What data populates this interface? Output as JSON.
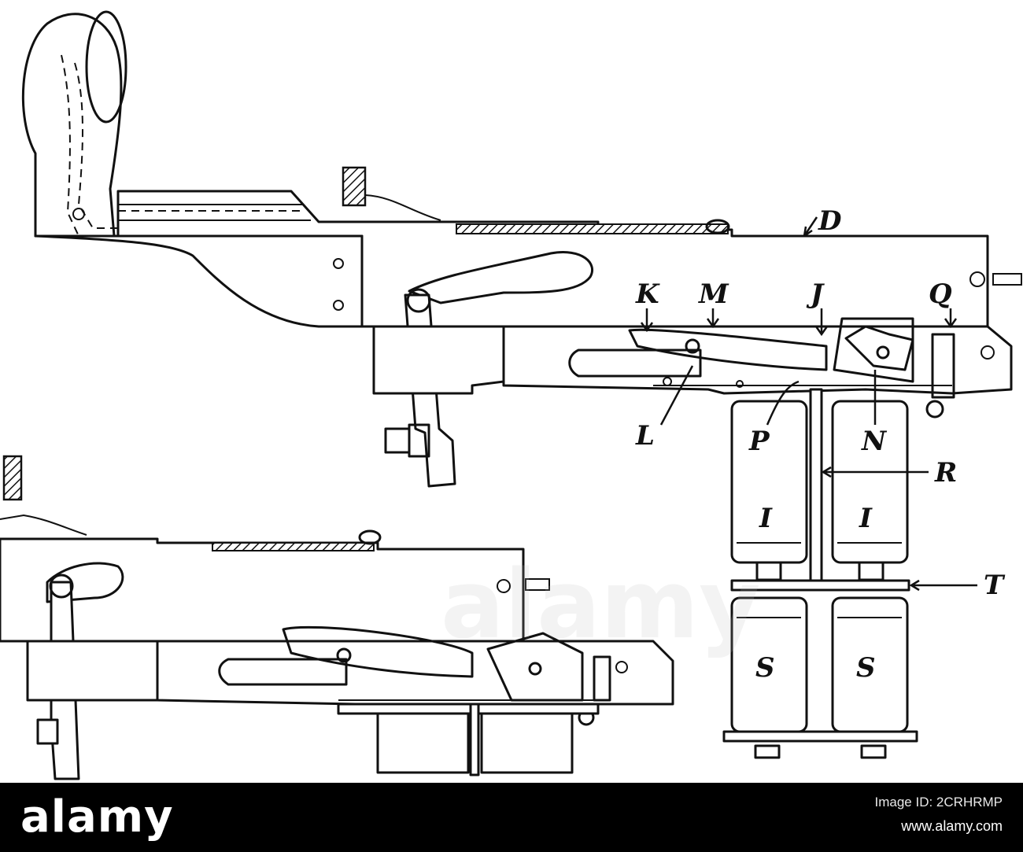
{
  "figure": {
    "labels": {
      "D": "D",
      "K": "K",
      "M": "M",
      "J": "J",
      "Q": "Q",
      "L": "L",
      "P": "P",
      "N": "N",
      "R": "R",
      "I_left": "I",
      "I_right": "I",
      "T": "T",
      "S_left": "S",
      "S_right": "S"
    }
  },
  "watermark": {
    "text": "alamy"
  },
  "footer": {
    "logo_text": "alamy",
    "image_id_line": "Image ID: 2CRHRMP",
    "url": "www.alamy.com"
  },
  "colors": {
    "ink": "#111111",
    "footer_bg": "#000000",
    "footer_text": "#ffffff"
  }
}
